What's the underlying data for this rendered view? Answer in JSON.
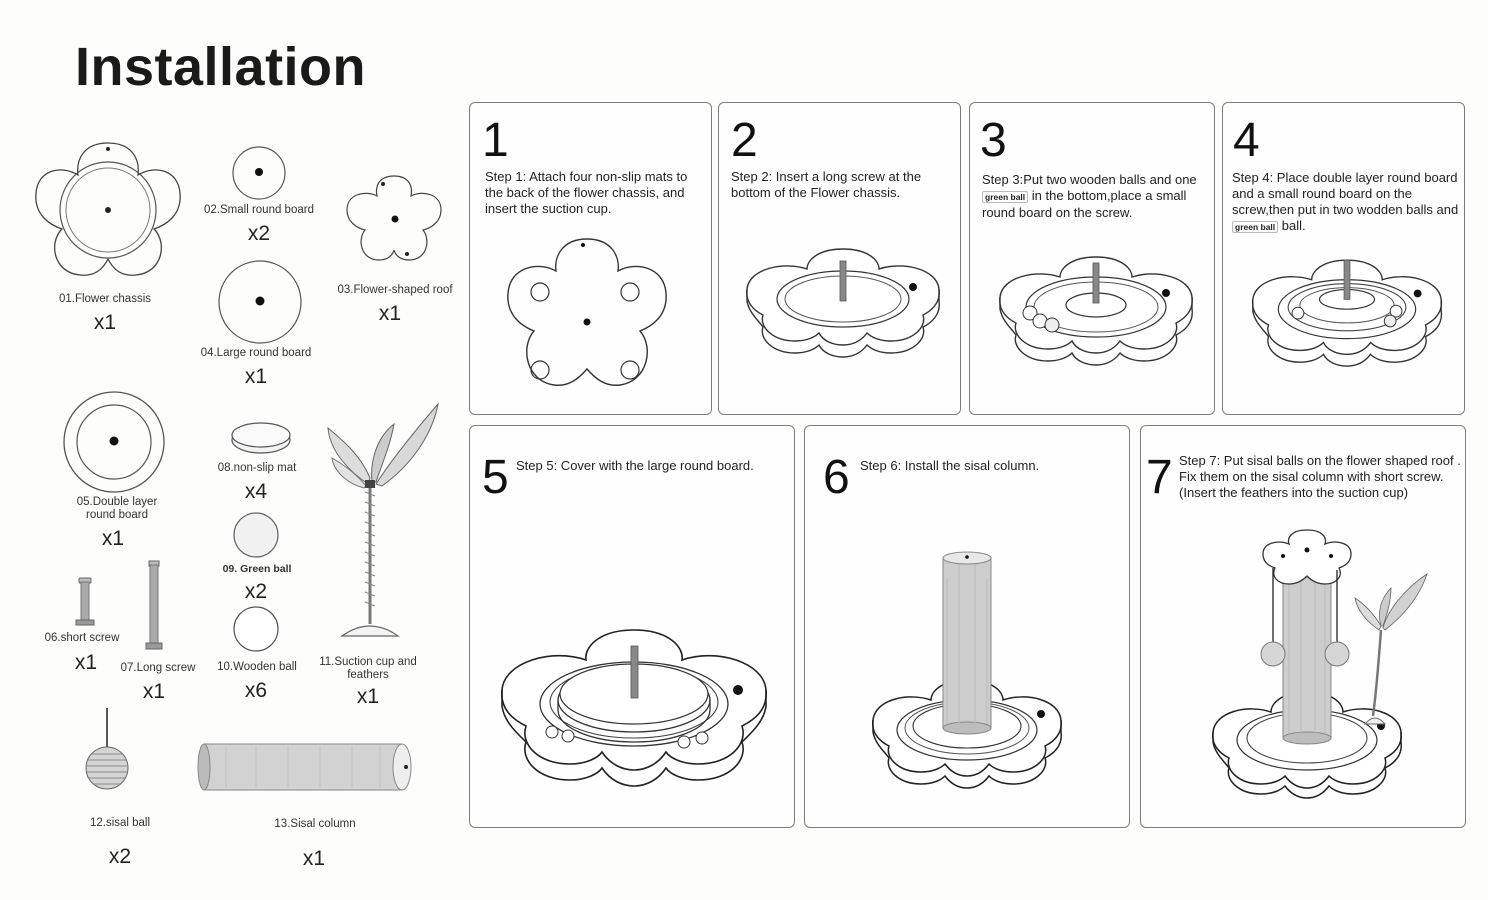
{
  "title": "Installation",
  "parts": [
    {
      "label": "01.Flower chassis",
      "qty": "x1"
    },
    {
      "label": "02.Small round board",
      "qty": "x2"
    },
    {
      "label": "03.Flower-shaped roof",
      "qty": "x1"
    },
    {
      "label": "04.Large round board",
      "qty": "x1"
    },
    {
      "label": "05.Double layer round board",
      "qty": "x1"
    },
    {
      "label": "08.non-slip mat",
      "qty": "x4"
    },
    {
      "label": "09. Green ball",
      "qty": "x2"
    },
    {
      "label": "06.short screw",
      "qty": "x1"
    },
    {
      "label": "07.Long screw",
      "qty": "x1"
    },
    {
      "label": "10.Wooden ball",
      "qty": "x6"
    },
    {
      "label": "11.Suction cup and feathers",
      "qty": "x1"
    },
    {
      "label": "12.sisal ball",
      "qty": "x2"
    },
    {
      "label": "13.Sisal column",
      "qty": "x1"
    }
  ],
  "steps": [
    {
      "num": "1",
      "text": "Step 1: Attach four non-slip mats to the back of the flower chassis, and insert the suction cup."
    },
    {
      "num": "2",
      "text": "Step 2: Insert a long screw at the bottom of the Flower chassis."
    },
    {
      "num": "3",
      "text_a": "Step 3:Put two wooden balls and one",
      "tag": "green ball",
      "text_b": "in the bottom,place a small round board on the screw."
    },
    {
      "num": "4",
      "text_a": "Step 4:  Place double layer round board and a small round board on the screw,then put in two wodden balls and",
      "tag": "green ball",
      "text_b": "ball."
    },
    {
      "num": "5",
      "text": "Step 5: Cover with the large round board."
    },
    {
      "num": "6",
      "text": "Step 6: Install the sisal column."
    },
    {
      "num": "7",
      "text": "Step 7: Put sisal balls on the flower shaped roof . Fix them on the  sisal column with short screw.(Insert the feathers into the suction cup)"
    }
  ],
  "colors": {
    "border": "#7d7d7d",
    "line": "#333333",
    "column": "#cfcfcf"
  }
}
